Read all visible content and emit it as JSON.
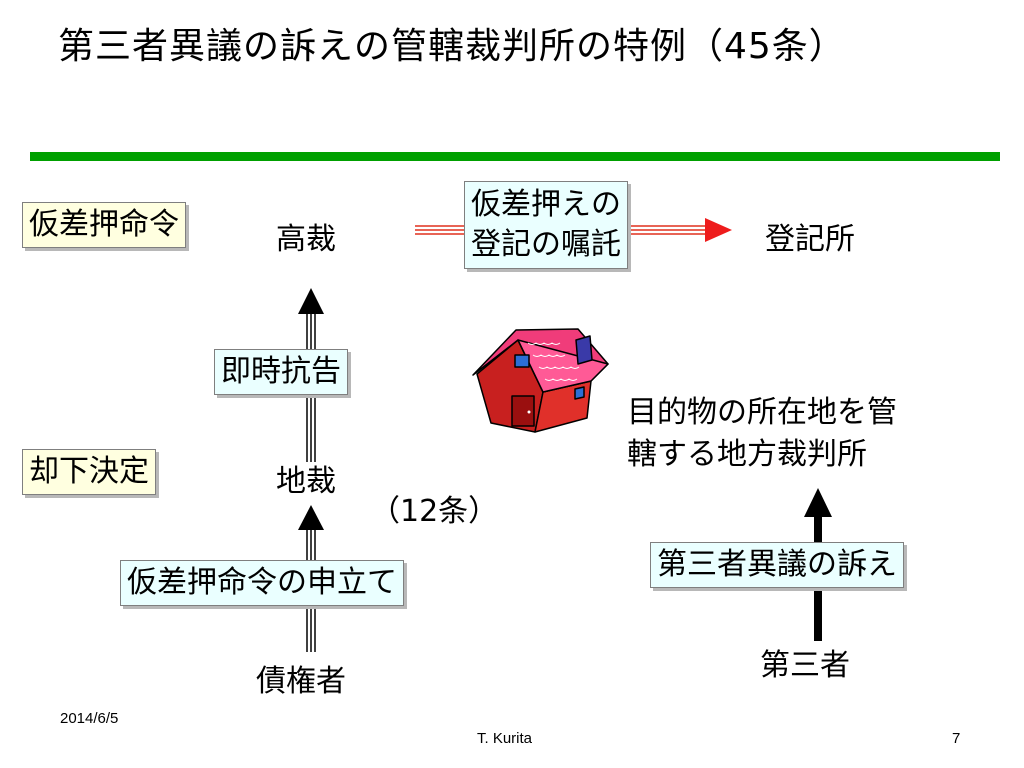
{
  "slide": {
    "title": "第三者異議の訴えの管轄裁判所の特例（45条）",
    "accent_color": "#00a000"
  },
  "diagram": {
    "box_karisashi_osae_meirei": "仮差押命令",
    "box_kyakka_kettei": "却下決定",
    "box_sokuji_kokoku": "即時抗告",
    "box_moshitate": "仮差押命令の申立て",
    "box_shokutaku_line1": "仮差押えの",
    "box_shokutaku_line2": "登記の嘱託",
    "box_daisansha_igi": "第三者異議の訴え",
    "label_kosai": "高裁",
    "label_chisai": "地裁",
    "label_article": "（12条）",
    "label_saikensha": "債権者",
    "label_tokisho": "登記所",
    "label_court_line1": "目的物の所在地を管",
    "label_court_line2": "轄する地方裁判所",
    "label_daisansha": "第三者",
    "house_icon": "house-icon"
  },
  "footer": {
    "date": "2014/6/5",
    "author": "T. Kurita",
    "page": "7"
  }
}
